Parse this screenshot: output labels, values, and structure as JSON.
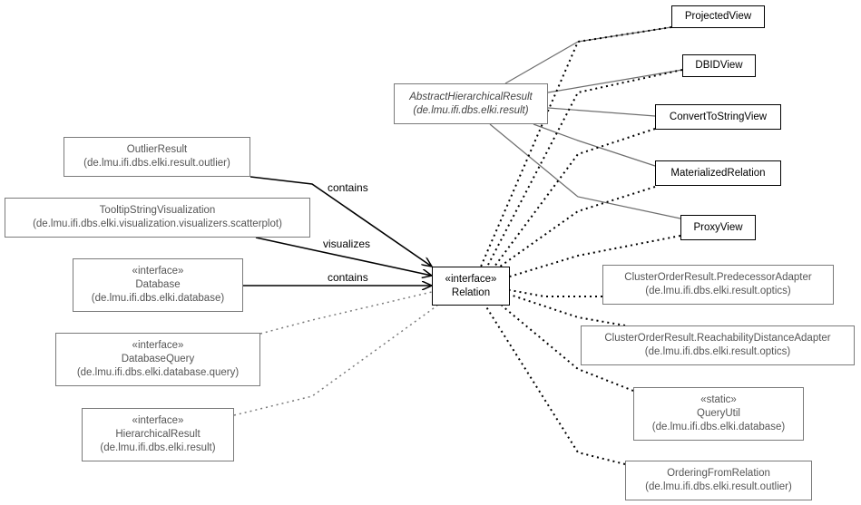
{
  "nodes": {
    "projected_view": {
      "lines": [
        "ProjectedView"
      ]
    },
    "dbid_view": {
      "lines": [
        "DBIDView"
      ]
    },
    "abstract_hierarchical_result": {
      "lines": [
        "AbstractHierarchicalResult",
        "(de.lmu.ifi.dbs.elki.result)"
      ]
    },
    "convert_to_string_view": {
      "lines": [
        "ConvertToStringView"
      ]
    },
    "materialized_relation": {
      "lines": [
        "MaterializedRelation"
      ]
    },
    "outlier_result": {
      "lines": [
        "OutlierResult",
        "(de.lmu.ifi.dbs.elki.result.outlier)"
      ]
    },
    "tooltip_string_visualization": {
      "lines": [
        "TooltipStringVisualization",
        "(de.lmu.ifi.dbs.elki.visualization.visualizers.scatterplot)"
      ]
    },
    "proxy_view": {
      "lines": [
        "ProxyView"
      ]
    },
    "database": {
      "lines": [
        "«interface»",
        "Database",
        "(de.lmu.ifi.dbs.elki.database)"
      ]
    },
    "relation": {
      "lines": [
        "«interface»",
        "Relation"
      ]
    },
    "predecessor_adapter": {
      "lines": [
        "ClusterOrderResult.PredecessorAdapter",
        "(de.lmu.ifi.dbs.elki.result.optics)"
      ]
    },
    "database_query": {
      "lines": [
        "«interface»",
        "DatabaseQuery",
        "(de.lmu.ifi.dbs.elki.database.query)"
      ]
    },
    "reachability_adapter": {
      "lines": [
        "ClusterOrderResult.ReachabilityDistanceAdapter",
        "(de.lmu.ifi.dbs.elki.result.optics)"
      ]
    },
    "query_util": {
      "lines": [
        "«static»",
        "QueryUtil",
        "(de.lmu.ifi.dbs.elki.database)"
      ]
    },
    "hierarchical_result": {
      "lines": [
        "«interface»",
        "HierarchicalResult",
        "(de.lmu.ifi.dbs.elki.result)"
      ]
    },
    "ordering_from_relation": {
      "lines": [
        "OrderingFromRelation",
        "(de.lmu.ifi.dbs.elki.result.outlier)"
      ]
    }
  },
  "edge_labels": {
    "outlier_contains": "contains",
    "tooltip_visualizes": "visualizes",
    "database_contains": "contains"
  }
}
